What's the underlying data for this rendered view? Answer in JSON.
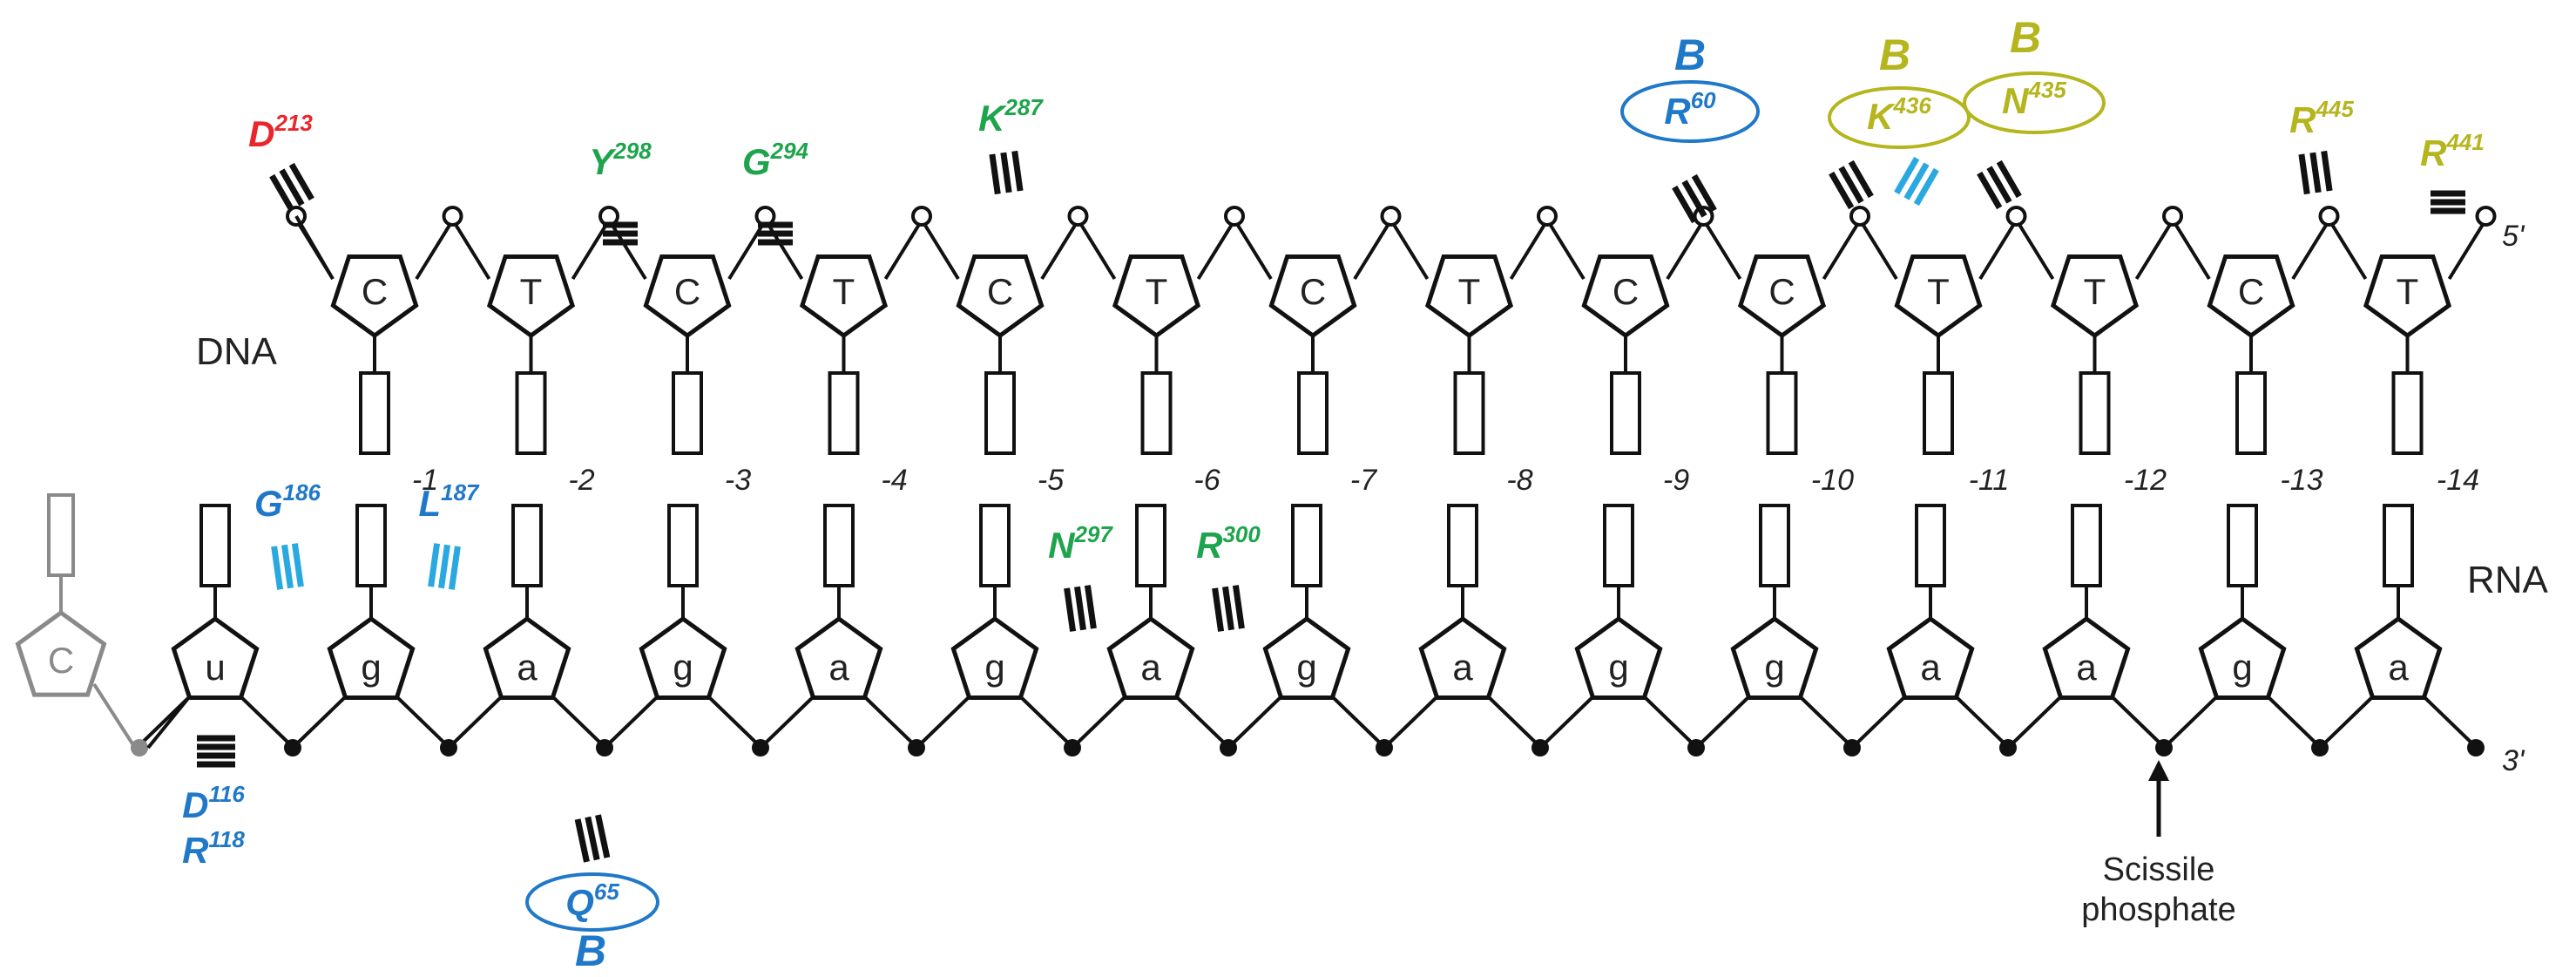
{
  "colors": {
    "red": "#e8262b",
    "green": "#1ea44c",
    "blue": "#1f78c8",
    "lightblue": "#29a9e0",
    "olive": "#b5b51e",
    "black": "#111111",
    "grey": "#8a8a8a"
  },
  "labels": {
    "dna": "DNA",
    "rna": "RNA",
    "five_prime": "5'",
    "three_prime": "3'",
    "scissile_line1": "Scissile",
    "scissile_line2": "phosphate",
    "b": "B"
  },
  "dna_bases": [
    "C",
    "T",
    "C",
    "T",
    "C",
    "T",
    "C",
    "T",
    "C",
    "C",
    "T",
    "T",
    "C",
    "T"
  ],
  "rna_bases": [
    "u",
    "g",
    "a",
    "g",
    "a",
    "g",
    "a",
    "g",
    "a",
    "g",
    "g",
    "a",
    "a",
    "g",
    "a"
  ],
  "positions": [
    "-1",
    "-2",
    "-3",
    "-4",
    "-5",
    "-6",
    "-7",
    "-8",
    "-9",
    "-10",
    "-11",
    "-12",
    "-13",
    "-14"
  ],
  "extra_rna_base": "c",
  "residues": [
    {
      "name": "D",
      "sup": "213",
      "color": "red"
    },
    {
      "name": "Y",
      "sup": "298",
      "color": "green"
    },
    {
      "name": "G",
      "sup": "294",
      "color": "green"
    },
    {
      "name": "K",
      "sup": "287",
      "color": "green"
    },
    {
      "name": "R",
      "sup": "60",
      "color": "blue"
    },
    {
      "name": "K",
      "sup": "436",
      "color": "olive"
    },
    {
      "name": "N",
      "sup": "435",
      "color": "olive"
    },
    {
      "name": "R",
      "sup": "445",
      "color": "olive"
    },
    {
      "name": "R",
      "sup": "441",
      "color": "olive"
    },
    {
      "name": "G",
      "sup": "186",
      "color": "blue"
    },
    {
      "name": "L",
      "sup": "187",
      "color": "blue"
    },
    {
      "name": "N",
      "sup": "297",
      "color": "green"
    },
    {
      "name": "R",
      "sup": "300",
      "color": "green"
    },
    {
      "name": "D",
      "sup": "116",
      "color": "blue"
    },
    {
      "name": "R",
      "sup": "118",
      "color": "blue"
    },
    {
      "name": "Q",
      "sup": "65",
      "color": "blue"
    }
  ]
}
